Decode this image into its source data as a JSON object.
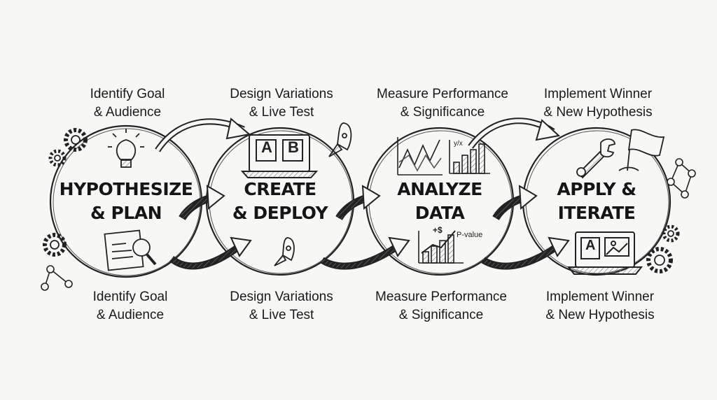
{
  "stages": [
    {
      "title_line1": "HYPOTHESIZE",
      "title_line2": "& PLAN",
      "top_caption": [
        "Identify Goal",
        "& Audience"
      ],
      "bottom_caption": [
        "Identify Goal",
        "& Audience"
      ],
      "icons": [
        "gears-icon",
        "lightbulb-icon",
        "report-magnifier-icon",
        "network-nodes-icon"
      ]
    },
    {
      "title_line1": "CREATE",
      "title_line2": "& DEPLOY",
      "top_caption": [
        "Design Variations",
        "& Live Test"
      ],
      "bottom_caption": [
        "Design Variations",
        "& Live Test"
      ],
      "icons": [
        "laptop-ab-icon",
        "rocket-icon"
      ]
    },
    {
      "title_line1": "ANALYZE",
      "title_line2": "DATA",
      "top_caption": [
        "Measure Performance",
        "& Significance"
      ],
      "bottom_caption": [
        "Measure Performance",
        "& Significance"
      ],
      "icons": [
        "line-chart-icon",
        "bar-chart-icon",
        "growth-chart-icon"
      ]
    },
    {
      "title_line1": "APPLY &",
      "title_line2": "ITERATE",
      "top_caption": [
        "Implement Winner",
        "& New Hypothesis"
      ],
      "bottom_caption": [
        "Implement Winner",
        "& New Hypothesis"
      ],
      "icons": [
        "wrench-icon",
        "flag-icon",
        "laptop-a-icon",
        "gears-icon",
        "network-nodes-icon"
      ]
    }
  ],
  "icon_text": {
    "ab_a": "A",
    "ab_b": "B",
    "winner_a": "A",
    "dollar": "+$",
    "pvalue": "P-value",
    "formula": "y/x"
  },
  "colors": {
    "ink": "#1c1c1c",
    "paper": "#f7f7f5",
    "hatch": "#6b6b6b"
  }
}
